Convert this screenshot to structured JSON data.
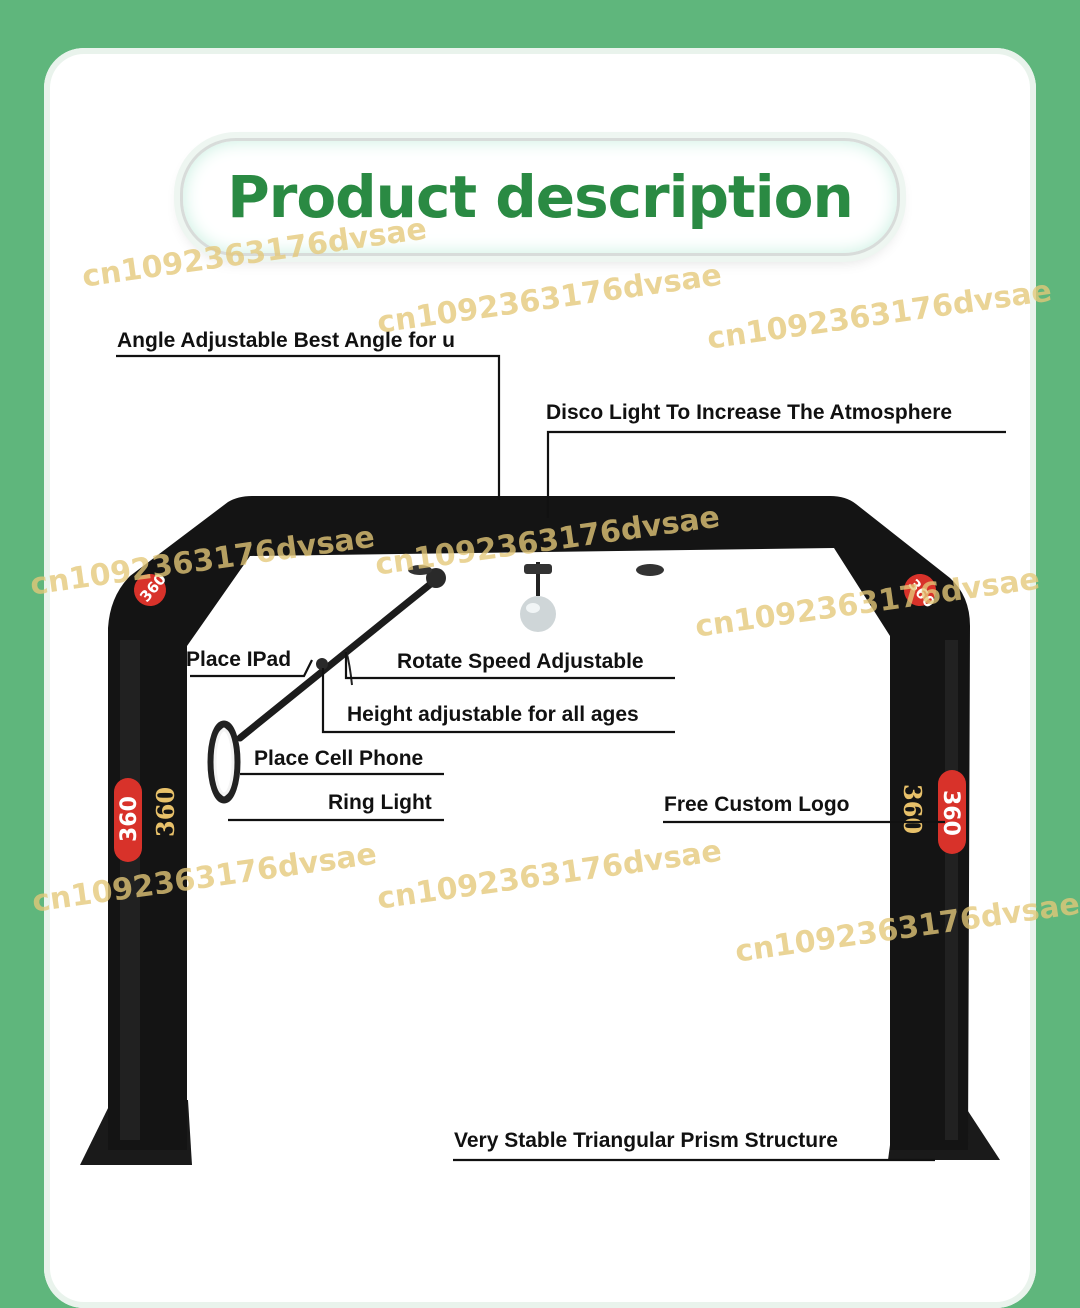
{
  "title": "Product description",
  "watermark": "cn1092363176dvsae",
  "labels": {
    "angle": "Angle Adjustable Best Angle for u",
    "disco": "Disco Light To Increase The Atmosphere",
    "ipad": "Place IPad",
    "rotate": "Rotate Speed Adjustable",
    "height": "Height adjustable for all ages",
    "cell": "Place Cell Phone",
    "ring": "Ring Light",
    "logo": "Free Custom Logo",
    "structure": "Very Stable Triangular Prism Structure"
  },
  "logo_text": "360",
  "colors": {
    "background": "#5fb67c",
    "title": "#2a8a43",
    "arch": "#141414",
    "logo_red": "#d8322a"
  }
}
